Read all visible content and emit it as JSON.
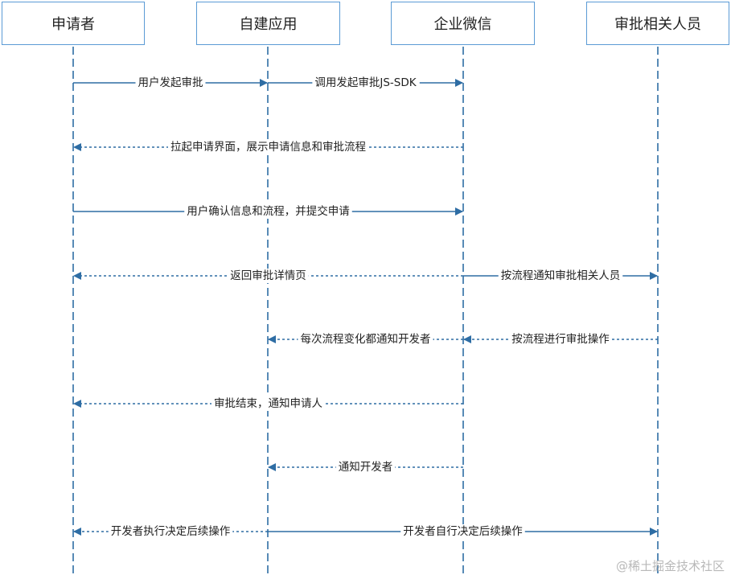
{
  "actors": [
    {
      "label": "申请者"
    },
    {
      "label": "自建应用"
    },
    {
      "label": "企业微信"
    },
    {
      "label": "审批相关人员"
    }
  ],
  "messages": [
    {
      "from": 0,
      "to": 1,
      "label": "用户发起审批",
      "style": "solid"
    },
    {
      "from": 1,
      "to": 2,
      "label": "调用发起审批JS-SDK",
      "style": "solid"
    },
    {
      "from": 2,
      "to": 0,
      "label": "拉起申请界面，展示申请信息和审批流程",
      "style": "dashed"
    },
    {
      "from": 0,
      "to": 2,
      "label": "用户确认信息和流程，并提交申请",
      "style": "solid"
    },
    {
      "from": 2,
      "to": 0,
      "label": "返回审批详情页",
      "style": "dashed"
    },
    {
      "from": 2,
      "to": 3,
      "label": "按流程通知审批相关人员",
      "style": "solid"
    },
    {
      "from": 2,
      "to": 1,
      "label": "每次流程变化都通知开发者",
      "style": "dashed"
    },
    {
      "from": 3,
      "to": 2,
      "label": "按流程进行审批操作",
      "style": "dashed"
    },
    {
      "from": 2,
      "to": 0,
      "label": "审批结束，通知申请人",
      "style": "dashed"
    },
    {
      "from": 2,
      "to": 1,
      "label": "通知开发者",
      "style": "dashed"
    },
    {
      "from": 1,
      "to": 0,
      "label": "开发者执行决定后续操作",
      "style": "dashed"
    },
    {
      "from": 1,
      "to": 3,
      "label": "开发者自行决定后续操作",
      "style": "solid"
    }
  ],
  "colors": {
    "line": "#2e6da4",
    "box_border": "#5b9bd5",
    "text": "#222222"
  },
  "watermark": "@稀土掘金技术社区"
}
